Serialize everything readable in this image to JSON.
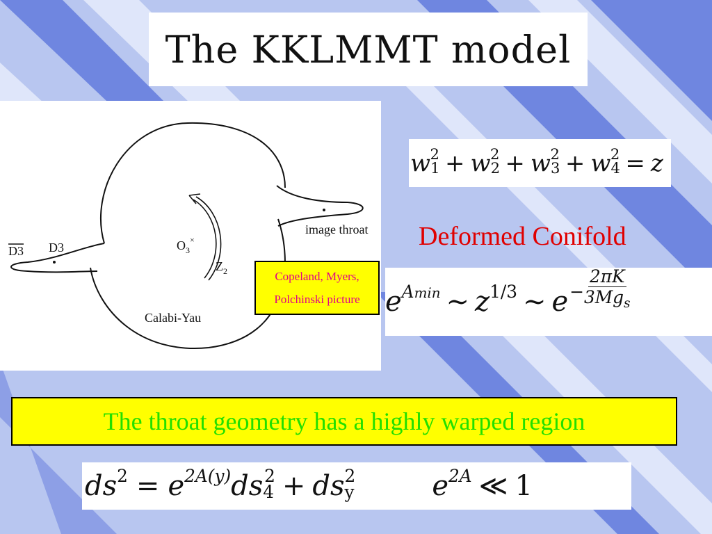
{
  "slide": {
    "title": "The KKLMMT model",
    "figure": {
      "labels": {
        "d3_bar": "D3",
        "d3": "D3",
        "o3": "O",
        "o3_sub": "3",
        "o3_mark": "×",
        "z2": "Z",
        "z2_sub": "2",
        "image_throat": "image throat",
        "calabi_yau": "Calabi-Yau"
      },
      "credit": {
        "line1": "Copeland, Myers,",
        "line2": "Polchinski picture"
      }
    },
    "equation_conifold": {
      "w": "w",
      "subs": [
        "1",
        "2",
        "3",
        "4"
      ],
      "power": "2",
      "plus": "+",
      "equals": "=",
      "rhs": "z"
    },
    "deformed_label": "Deformed Conifold",
    "equation_warp": {
      "e": "e",
      "a_min_A": "A",
      "a_min_sub": "min",
      "sim": "∼",
      "z": "z",
      "z_power": "1/3",
      "exp_minus": "−",
      "frac_num": "2πK",
      "frac_den": "3Mg",
      "frac_den_sub": "s"
    },
    "banner_text": "The throat geometry has a highly warped region",
    "equation_metric": {
      "ds": "ds",
      "sq": "2",
      "equals": "=",
      "e": "e",
      "exp": "2A(y)",
      "ds4_sub": "4",
      "plus": "+",
      "dsy_sub": "y",
      "exp2": "2A",
      "ll": "≪",
      "one": "1"
    },
    "colors": {
      "background": "#b8c6f0",
      "stripe_dark": "#6f86e0",
      "stripe_light": "#dfe6fa",
      "banner": "#ffff00",
      "banner_text": "#22e000",
      "deformed": "#e00000",
      "credit_text": "#e0008a"
    }
  }
}
